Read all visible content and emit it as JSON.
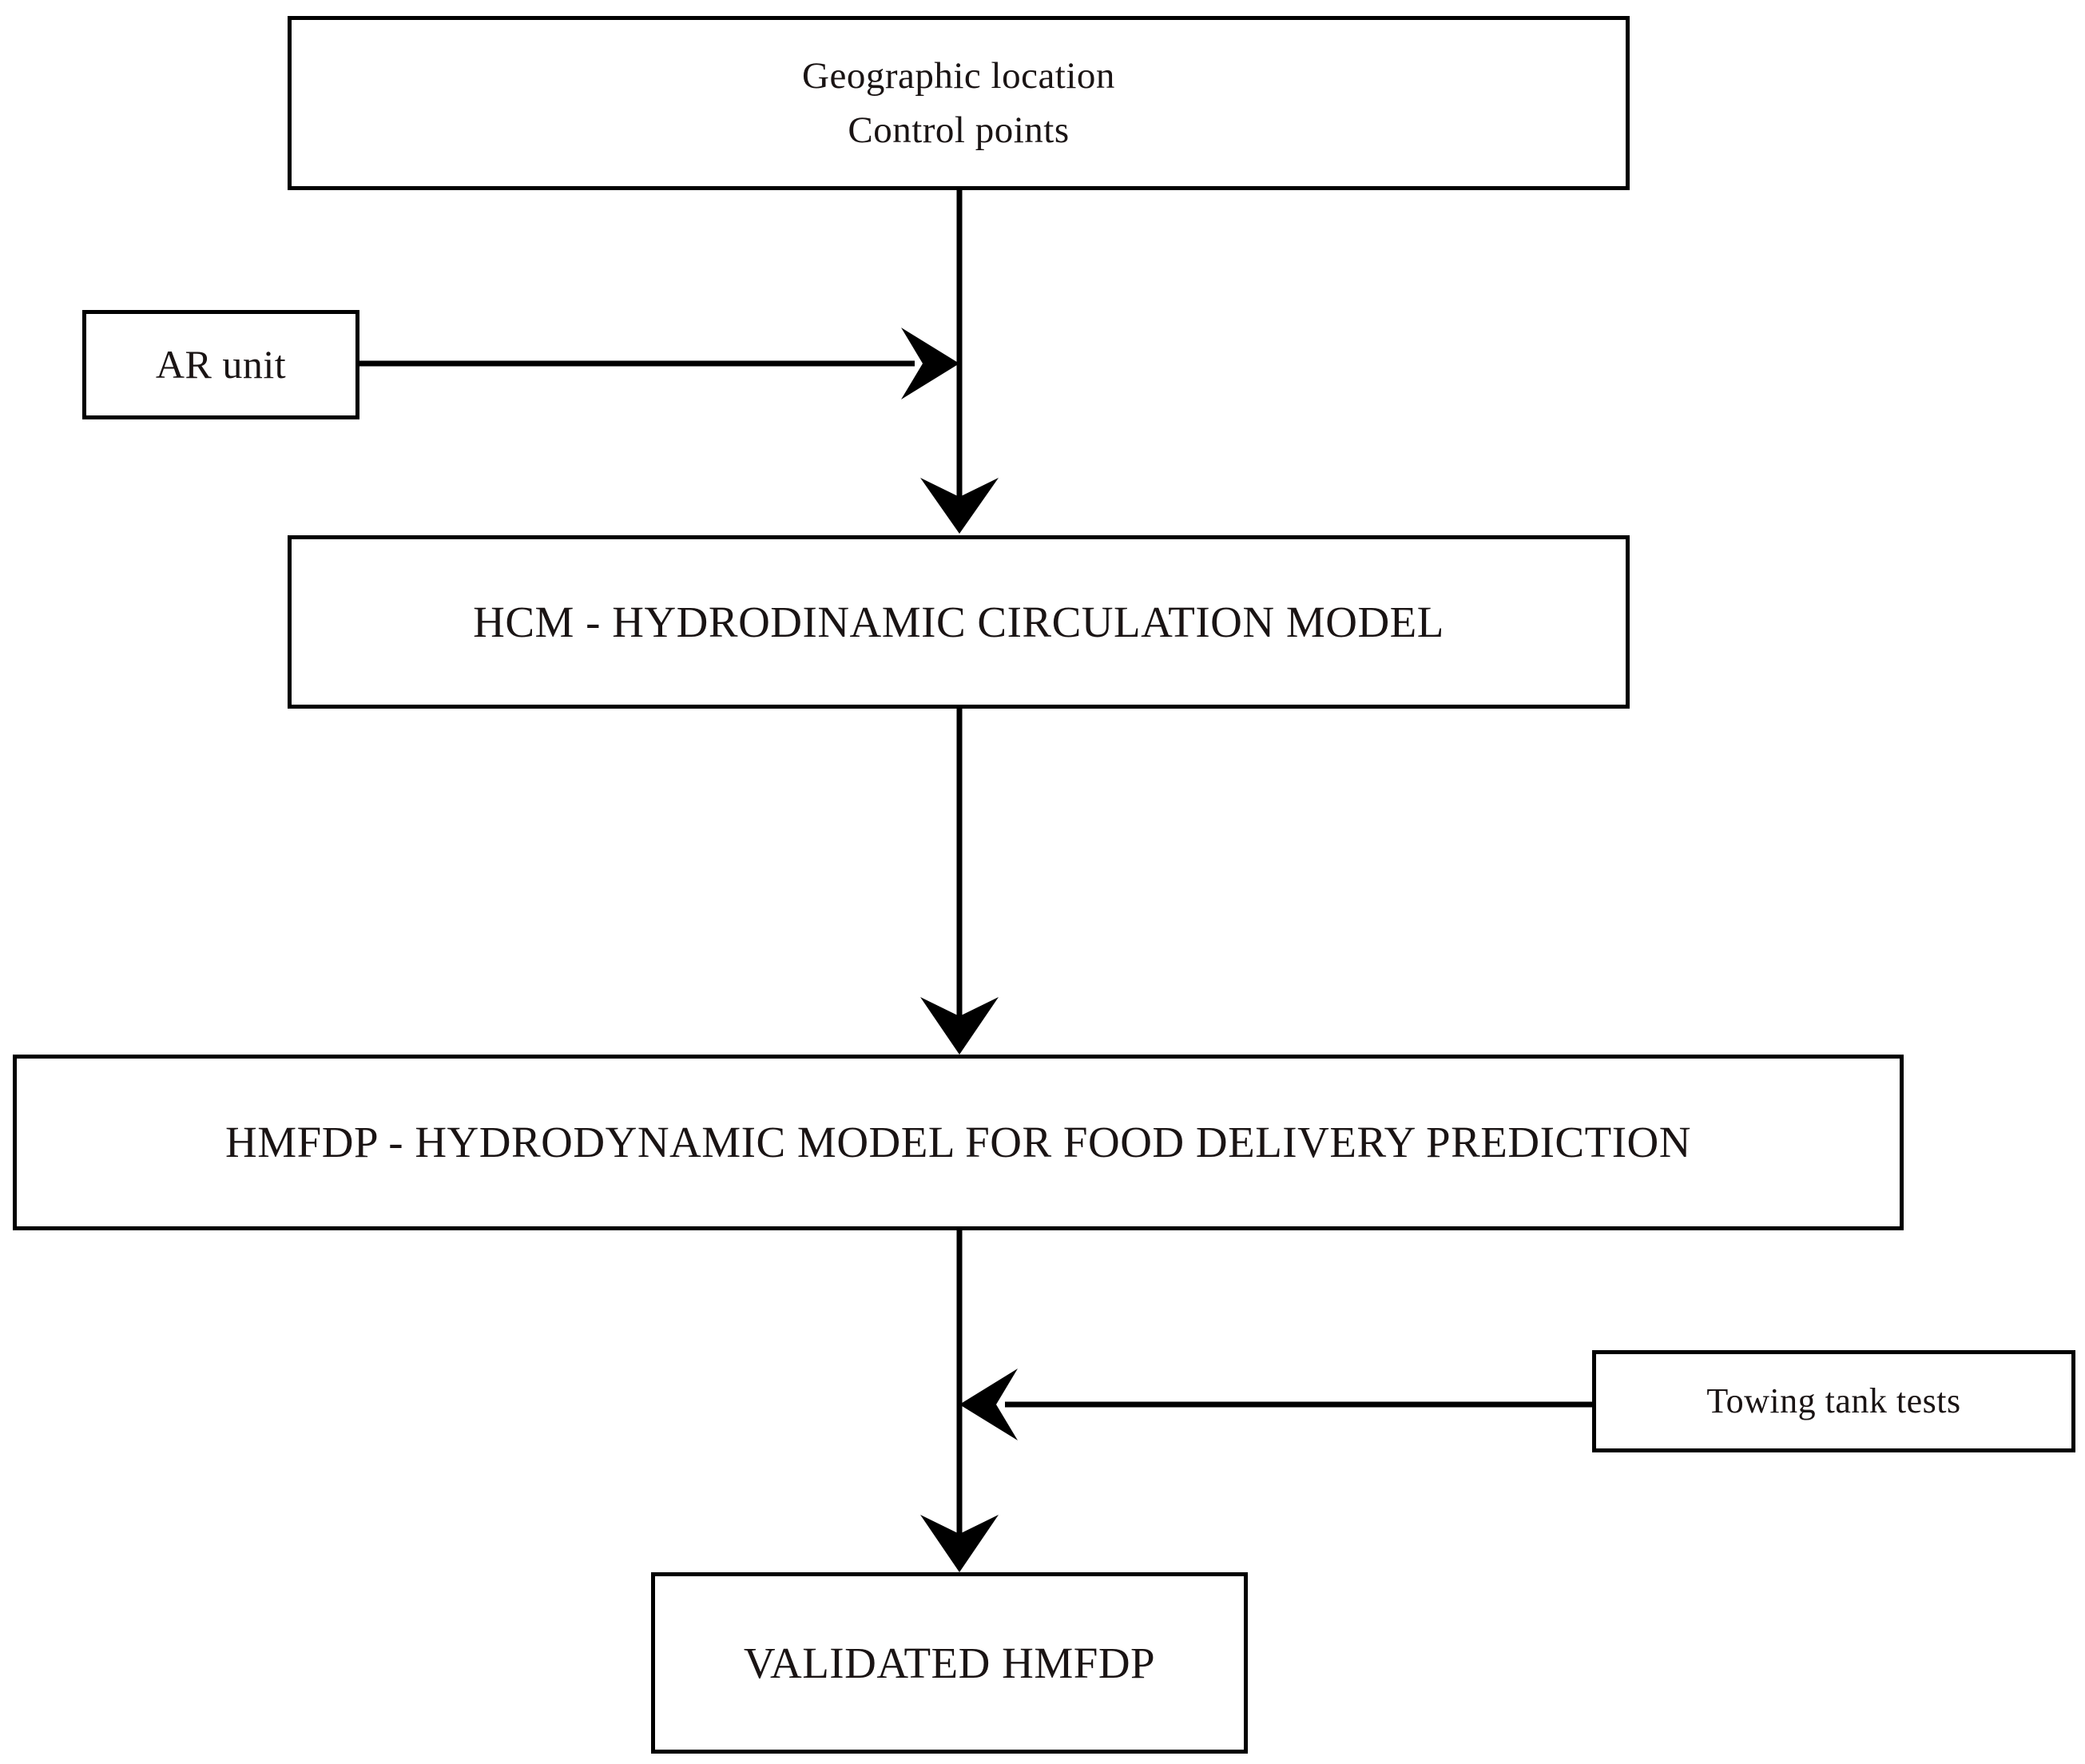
{
  "diagram": {
    "title": "HMFDP validation workflow flowchart",
    "background_color": "#ffffff",
    "line_color": "#000000",
    "text_color": "#1a1414",
    "nodes": {
      "geographic": {
        "label": "Geographic location\nControl points"
      },
      "ar_unit": {
        "label": "AR unit"
      },
      "hcm": {
        "label": "HCM - HYDRODINAMIC CIRCULATION MODEL"
      },
      "hmfdp": {
        "label": "HMFDP - HYDRODYNAMIC MODEL FOR FOOD DELIVERY PREDICTION"
      },
      "towing": {
        "label": "Towing tank tests"
      },
      "validated": {
        "label": "VALIDATED HMFDP"
      }
    },
    "edges": [
      {
        "id": "geographic-to-hcm",
        "from": "geographic",
        "to": "hcm",
        "direction": "down",
        "arrowhead": "filled-concave"
      },
      {
        "id": "ar-unit-to-trunk",
        "from": "ar_unit",
        "to": "geographic-hcm-trunk",
        "direction": "right",
        "arrowhead": "filled-concave"
      },
      {
        "id": "hcm-to-hmfdp",
        "from": "hcm",
        "to": "hmfdp",
        "direction": "down",
        "arrowhead": "filled-concave"
      },
      {
        "id": "hmfdp-to-validated",
        "from": "hmfdp",
        "to": "validated",
        "direction": "down",
        "arrowhead": "filled-concave"
      },
      {
        "id": "towing-to-trunk",
        "from": "towing",
        "to": "hmfdp-validated-trunk",
        "direction": "left",
        "arrowhead": "filled-concave"
      }
    ]
  }
}
